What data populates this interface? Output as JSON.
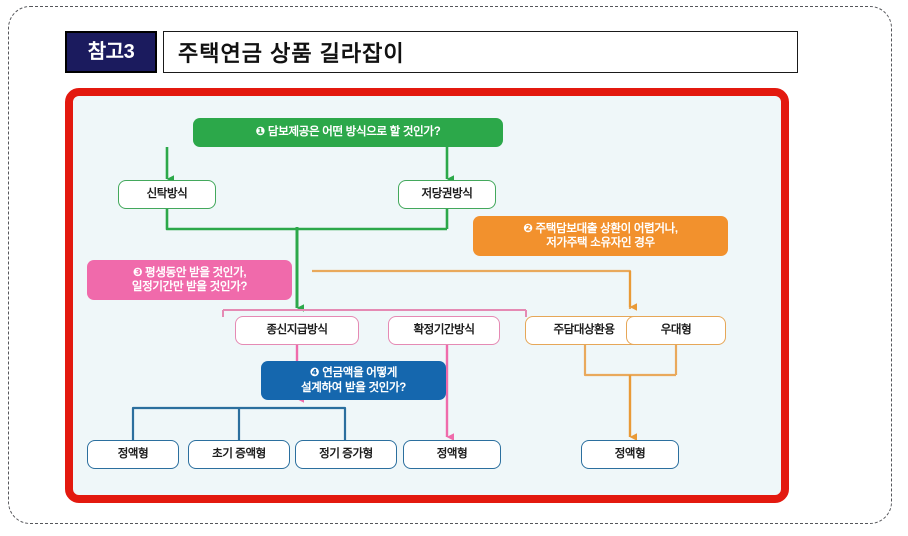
{
  "header": {
    "tag_label": "참고3",
    "title": "주택연금 상품 길라잡이"
  },
  "colors": {
    "frame_red": "#e3190f",
    "canvas_bg": "#eff7f9",
    "green": "#2ca84a",
    "orange": "#f2912d",
    "pink": "#f06aab",
    "blue": "#1567ae",
    "tag_navy": "#1b1b5e"
  },
  "diagram": {
    "questions": [
      {
        "id": "q1",
        "marker": "❶",
        "text": "❶ 담보제공은 어떤 방식으로 할 것인가?",
        "color": "green"
      },
      {
        "id": "q2",
        "marker": "❷",
        "line1": "❷ 주택담보대출 상환이 어렵거나,",
        "line2": "저가주택 소유자인 경우",
        "color": "orange"
      },
      {
        "id": "q3",
        "marker": "❸",
        "line1": "❸ 평생동안 받을 것인가,",
        "line2": "일정기간만 받을 것인가?",
        "color": "pink"
      },
      {
        "id": "q4",
        "marker": "❹",
        "line1": "❹ 연금액을 어떻게",
        "line2": "설계하여 받을 것인가?",
        "color": "blue"
      }
    ],
    "level2": [
      {
        "id": "n-trust",
        "text": "신탁방식"
      },
      {
        "id": "n-mortgage",
        "text": "저당권방식"
      }
    ],
    "level3": [
      {
        "id": "n-lifetime",
        "text": "종신지급방식"
      },
      {
        "id": "n-fixedterm",
        "text": "확정기간방식"
      },
      {
        "id": "n-repay",
        "text": "주담대상환용"
      },
      {
        "id": "n-preferred",
        "text": "우대형"
      }
    ],
    "level4": [
      {
        "id": "n-flat-1",
        "text": "정액형"
      },
      {
        "id": "n-front",
        "text": "초기 증액형"
      },
      {
        "id": "n-step",
        "text": "정기 증가형"
      },
      {
        "id": "n-flat-2",
        "text": "정액형"
      },
      {
        "id": "n-flat-3",
        "text": "정액형"
      }
    ]
  }
}
